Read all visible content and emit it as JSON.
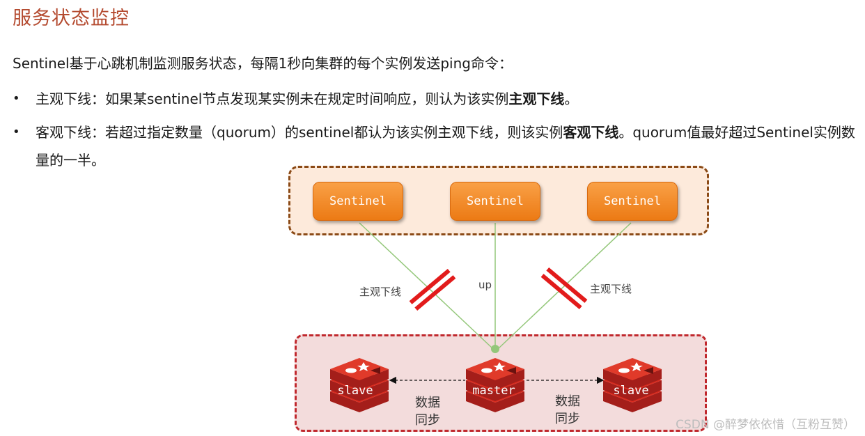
{
  "title": "服务状态监控",
  "intro": "Sentinel基于心跳机制监测服务状态，每隔1秒向集群的每个实例发送ping命令：",
  "bullets": [
    {
      "symbol": "•",
      "text_before": "主观下线：如果某sentinel节点发现某实例未在规定时间响应，则认为该实例",
      "bold": "主观下线",
      "text_after": "。"
    },
    {
      "symbol": "•",
      "text_before": "客观下线：若超过指定数量（quorum）的sentinel都认为该实例主观下线，则该实例",
      "bold": "客观下线",
      "text_after": "。quorum值最好超过Sentinel实例数量的一半。"
    }
  ],
  "diagram": {
    "sentinels": [
      "Sentinel",
      "Sentinel",
      "Sentinel"
    ],
    "edges": {
      "left": "主观下线",
      "middle": "up",
      "right": "主观下线"
    },
    "nodes": {
      "left": "slave",
      "center": "master",
      "right": "slave"
    },
    "sync_left": [
      "数据",
      "同步"
    ],
    "sync_right": [
      "数据",
      "同步"
    ],
    "colors": {
      "sentinel": "#ec7a14",
      "sentinel_group_bg": "#fdeadb",
      "sentinel_group_border": "#8b4a16",
      "redis_group_bg": "#f3dcdc",
      "redis_group_border": "#c0282d",
      "redis_logo": "#c8221d",
      "cut_mark": "#e21b1b",
      "edge_line": "#94c77a"
    }
  },
  "watermark": "CSDN @醉梦依依惜（互粉互赞）"
}
